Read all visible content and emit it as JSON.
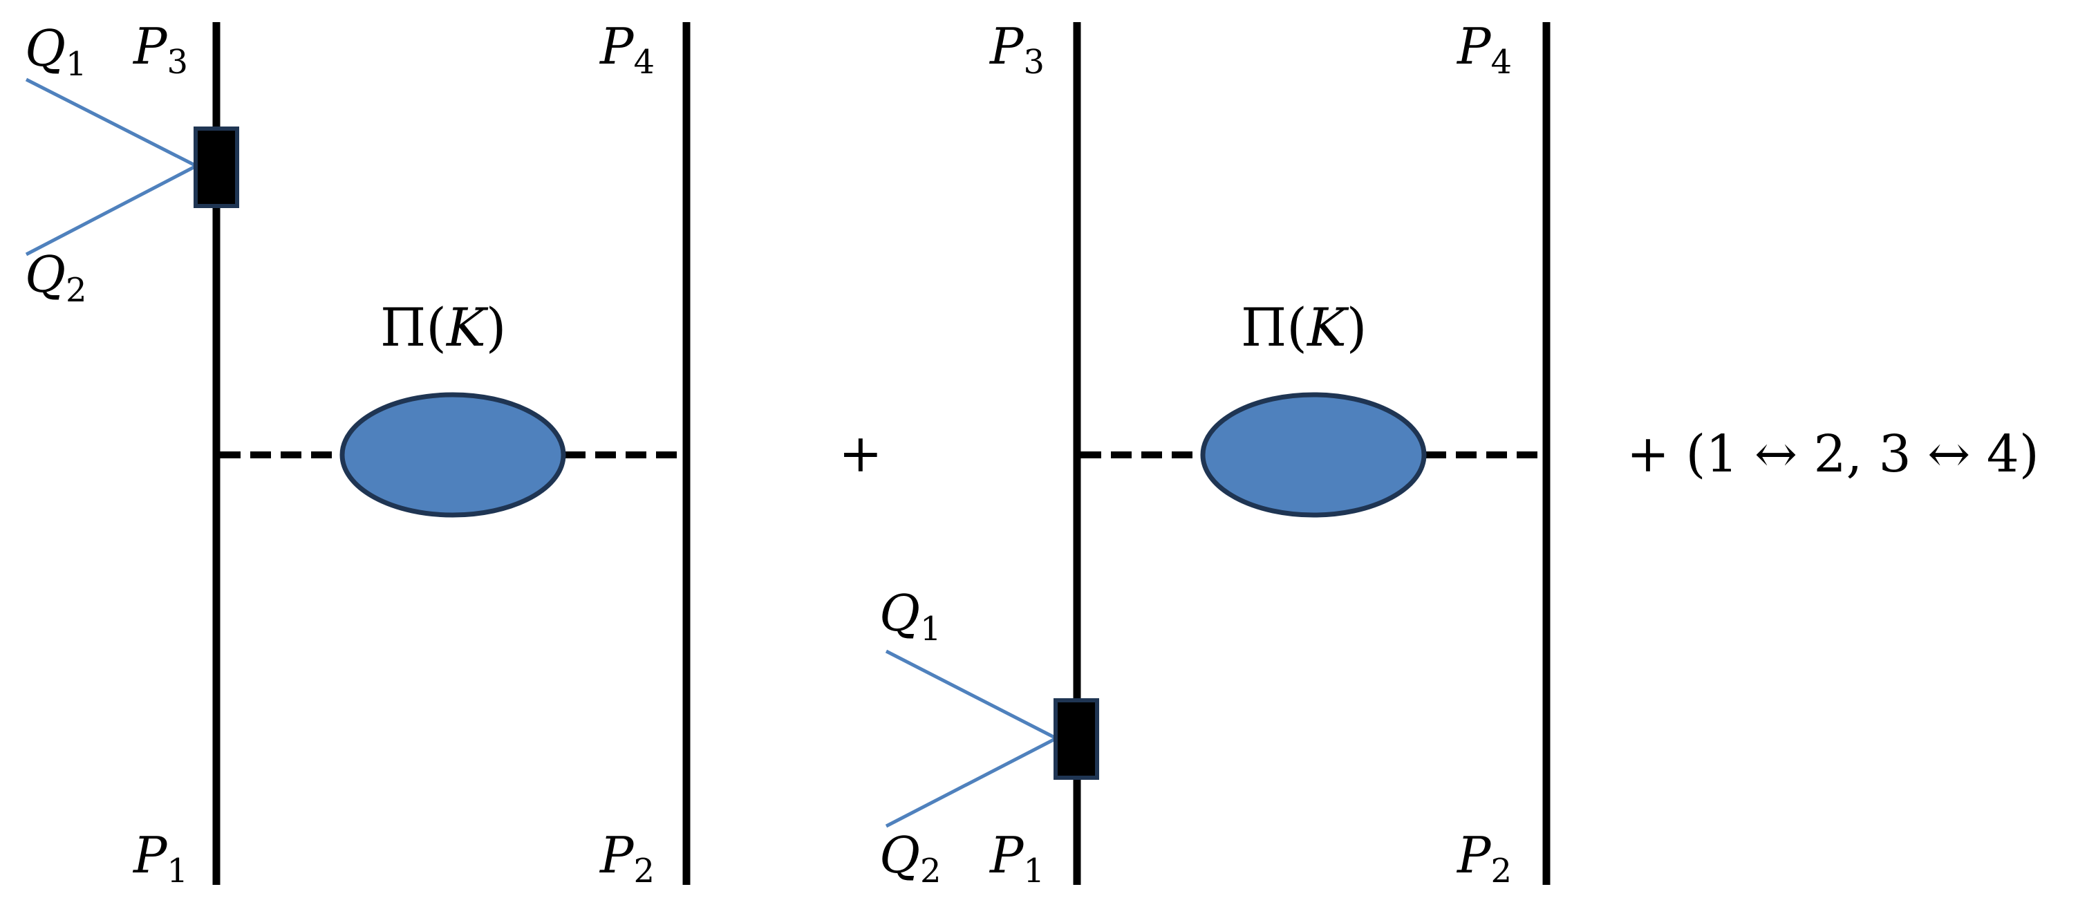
{
  "colors": {
    "line": "#000000",
    "photon": "#4f81bd",
    "blob_fill": "#4f81bd",
    "blob_stroke": "#1f3553",
    "vertex_fill": "#000000",
    "vertex_stroke": "#1f3553"
  },
  "diagram1": {
    "p1": {
      "base": "P",
      "sub": "1"
    },
    "p2": {
      "base": "P",
      "sub": "2"
    },
    "p3": {
      "base": "P",
      "sub": "3"
    },
    "p4": {
      "base": "P",
      "sub": "4"
    },
    "q1": {
      "base": "Q",
      "sub": "1"
    },
    "q2": {
      "base": "Q",
      "sub": "2"
    },
    "blob_label": {
      "pi": "Π",
      "open": "(",
      "k": "K",
      "close": ")"
    }
  },
  "diagram2": {
    "p1": {
      "base": "P",
      "sub": "1"
    },
    "p2": {
      "base": "P",
      "sub": "2"
    },
    "p3": {
      "base": "P",
      "sub": "3"
    },
    "p4": {
      "base": "P",
      "sub": "4"
    },
    "q1": {
      "base": "Q",
      "sub": "1"
    },
    "q2": {
      "base": "Q",
      "sub": "2"
    },
    "blob_label": {
      "pi": "Π",
      "open": "(",
      "k": "K",
      "close": ")"
    }
  },
  "plus_sign": "+",
  "permutation_text": "+ (1 ↔ 2, 3 ↔ 4)"
}
